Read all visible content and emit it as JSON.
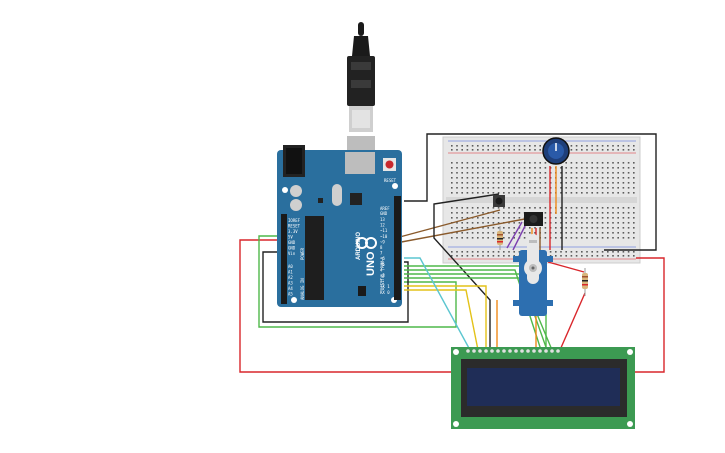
{
  "board": {
    "brand": "ARDUINO",
    "model": "UNO",
    "reset_label": "RESET",
    "aref_label": "AREF",
    "gnd_label": "GND",
    "digital_label": "DIGITAL (PWM~)",
    "power_label": "POWER",
    "analog_label": "ANALOG IN",
    "digital_pins": [
      "13",
      "12",
      "~11",
      "~10",
      "~9",
      "8",
      "7",
      "~6",
      "~5",
      "4",
      "~3",
      "2",
      "TX 1",
      "RX 0"
    ],
    "power_pins": [
      "IOREF",
      "RESET",
      "3.3V",
      "5V",
      "GND",
      "GND",
      "Vin"
    ],
    "analog_pins": [
      "A0",
      "A1",
      "A2",
      "A3",
      "A4",
      "A5"
    ]
  },
  "colors": {
    "board": "#2a6f9e",
    "breadboard": "#e9e9e9",
    "lcd_pcb": "#3c9a52",
    "lcd_screen": "#1f2d57",
    "servo": "#2d6fb0",
    "wire_red": "#d9262b",
    "wire_black": "#222222",
    "wire_green": "#4fb84a",
    "wire_yellow": "#e3c219",
    "wire_orange": "#f08a1a",
    "wire_brown": "#8a5a2b",
    "wire_cyan": "#5cc6d0",
    "wire_purple": "#7d3fb0"
  },
  "components": {
    "usb_cable": "usb-cable",
    "breadboard": "breadboard",
    "potentiometer": "potentiometer",
    "pushbutton": "pushbutton",
    "ir_receiver": "ir-receiver",
    "servo": "servo-motor",
    "lcd": "lcd-16x2",
    "resistors": 3
  }
}
